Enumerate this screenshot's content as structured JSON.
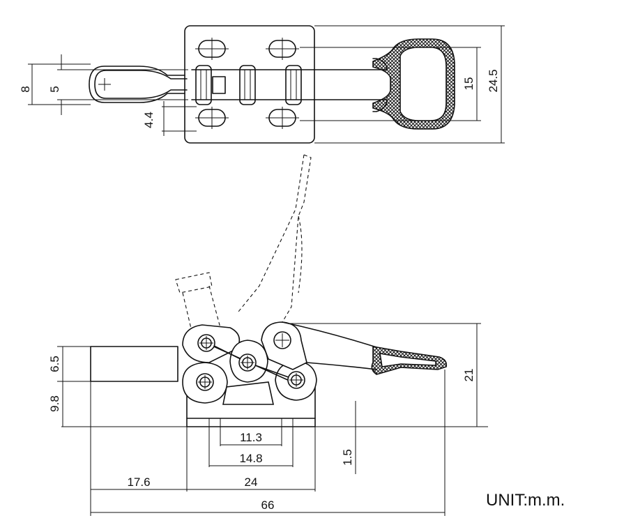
{
  "unit_label": "UNIT:m.m.",
  "top_view": {
    "dim_slot_width": "8",
    "dim_slot_inner": "5",
    "dim_hole_offset": "4.4",
    "dim_handle_width": "15",
    "dim_base_width": "24.5"
  },
  "side_view": {
    "dim_upper_height": "6.5",
    "dim_lower_height": "9.8",
    "dim_overall_height": "21",
    "dim_inner_hole": "11.3",
    "dim_outer_hole": "14.8",
    "dim_base_thickness": "1.5",
    "dim_bar_length": "17.6",
    "dim_base_length": "24",
    "dim_overall_length": "66"
  }
}
